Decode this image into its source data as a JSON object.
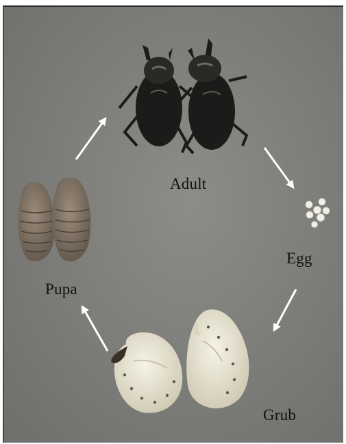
{
  "figure": {
    "stages": [
      {
        "id": "adult",
        "label": "Adult"
      },
      {
        "id": "egg",
        "label": "Egg"
      },
      {
        "id": "grub",
        "label": "Grub"
      },
      {
        "id": "pupa",
        "label": "Pupa"
      }
    ],
    "cycle_order": [
      "adult",
      "egg",
      "grub",
      "pupa"
    ],
    "colors": {
      "background": "#7f7f7c",
      "arrow": "#ffffff",
      "beetle": "#1c1b19",
      "grub": "#ebe6d3",
      "pupa": "#8a7c6c",
      "egg": "#f1efe6"
    }
  }
}
